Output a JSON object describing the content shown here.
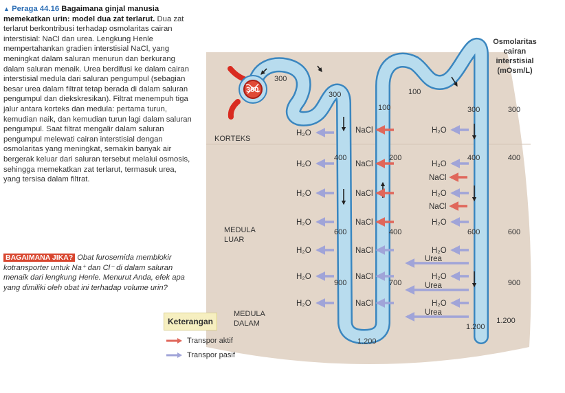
{
  "caption": {
    "fig_label": "Peraga 44.16",
    "title": "Bagaimana ginjal manusia memekatkan urin: model dua zat terlarut.",
    "body": "Dua zat terlarut berkontribusi terhadap osmolaritas cairan interstisial: NaCl dan urea. Lengkung Henle mempertahankan gradien interstisial NaCl, yang meningkat dalam saluran menurun dan berkurang dalam saluran menaik. Urea berdifusi ke dalam cairan interstisial medula dari saluran pengumpul (sebagian besar urea dalam filtrat tetap berada di dalam saluran pengumpul dan diekskresikan). Filtrat menempuh tiga jalur antara korteks dan medula: pertama turun, kemudian naik, dan kemudian turun lagi dalam saluran pengumpul. Saat filtrat mengalir dalam saluran pengumpul melewati cairan interstisial dengan osmolaritas yang meningkat, semakin banyak air bergerak keluar dari saluran tersebut melalui osmosis, sehingga memekatkan zat terlarut, termasuk urea, yang tersisa dalam filtrat."
  },
  "whatif": {
    "badge": "BAGAIMANA JIKA?",
    "text": "Obat furosemida memblokir kotransporter untuk Na⁺ dan Cl⁻ di dalam saluran menaik dari lengkung Henle. Menurut Anda, efek apa yang dimiliki oleh obat ini terhadap volume urin?"
  },
  "zones": {
    "cortex": "KORTEKS",
    "outer_medulla_1": "MEDULA",
    "outer_medulla_2": "LUAR",
    "inner_medulla_1": "MEDULA",
    "inner_medulla_2": "DALAM"
  },
  "scale": {
    "title_1": "Osmolaritas",
    "title_2": "cairan",
    "title_3": "interstisial",
    "title_4": "(mOsm/L)",
    "values": [
      "300",
      "400",
      "600",
      "900",
      "1.200"
    ]
  },
  "labels": {
    "h2o": "H₂O",
    "nacl": "NaCl",
    "urea": "Urea"
  },
  "tubule_values": {
    "glomerulus": "300",
    "proximal": "300",
    "desc_top": "300",
    "desc_400": "400",
    "desc_600": "600",
    "desc_900": "900",
    "loop_bottom": "1.200",
    "asc_top": "100",
    "asc_200": "200",
    "asc_400": "400",
    "asc_700": "700",
    "distal": "100",
    "cd_300": "300",
    "cd_400": "400",
    "cd_600": "600",
    "cd_1200": "1.200"
  },
  "legend": {
    "title": "Keterangan",
    "active": "Transpor aktif",
    "passive": "Transpor pasif"
  },
  "colors": {
    "background": "#e3d6c9",
    "tubule_fill": "#b8dcee",
    "tubule_stroke": "#3a86bf",
    "active_arrow": "#e0675b",
    "passive_arrow": "#a0a4d8",
    "blood": "#d92b20"
  }
}
